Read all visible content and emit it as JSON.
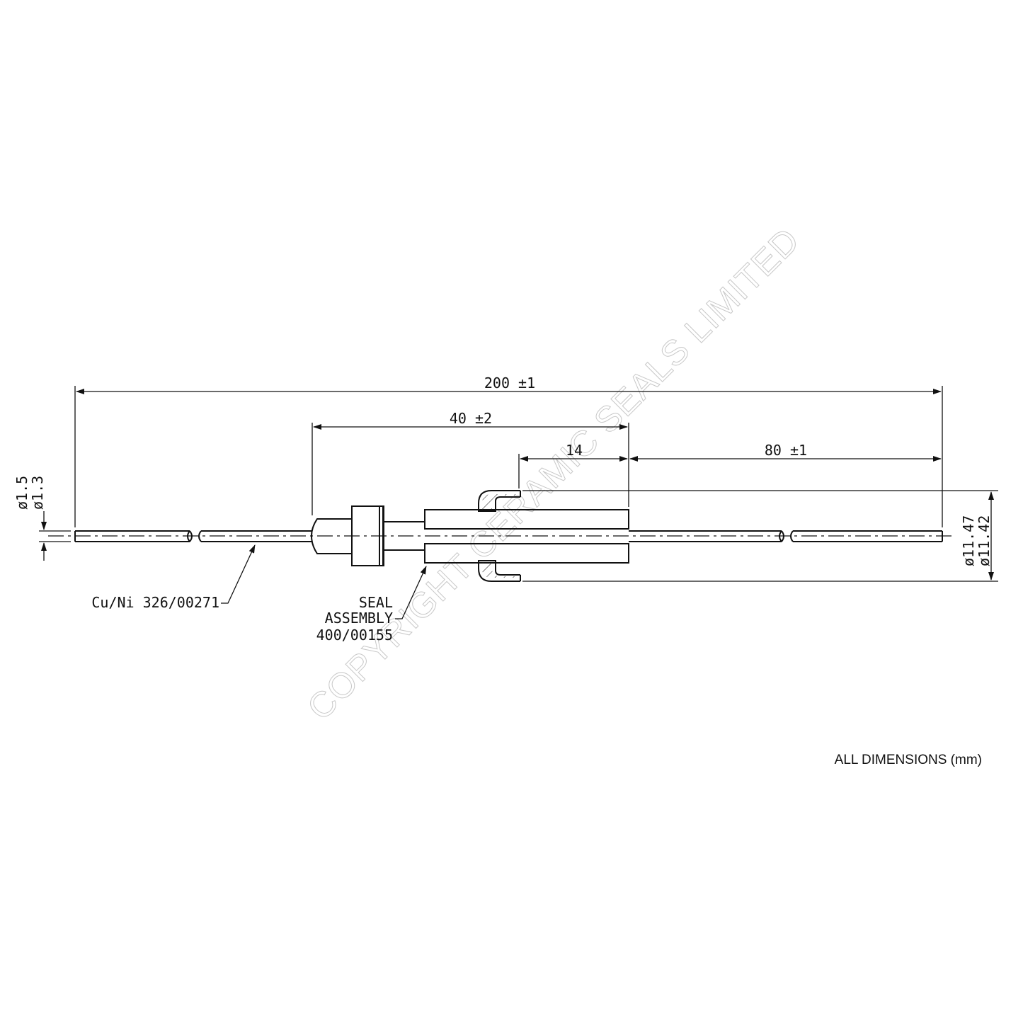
{
  "dimensions": {
    "overall_length": "200 ±1",
    "seal_length": "40 ±2",
    "flange_width": "14",
    "pin_extension": "80 ±1",
    "wire_dia_max": "ø1.5",
    "wire_dia_min": "ø1.3",
    "flange_dia_max": "ø11.47",
    "flange_dia_min": "ø11.42"
  },
  "callouts": {
    "wire_label": "Cu/Ni 326/00271",
    "seal_line1": "SEAL",
    "seal_line2": "ASSEMBLY",
    "seal_line3": "400/00155"
  },
  "watermark": "COPYRIGHT CERAMIC SEALS LIMITED",
  "footer_note": "ALL DIMENSIONS (mm)"
}
